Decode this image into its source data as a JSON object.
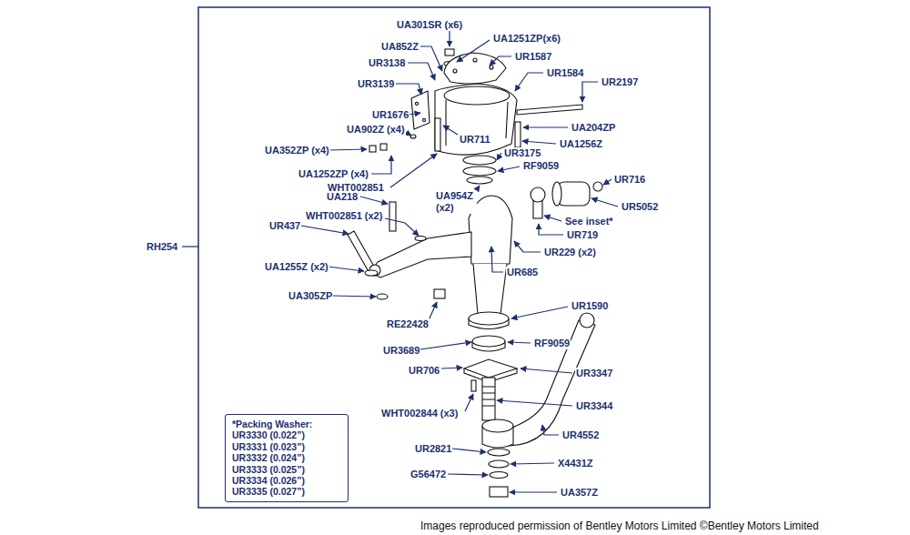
{
  "diagram": {
    "caption": "Images reproduced permission of Bentley Motors Limited ©Bentley Motors Limited",
    "nodes": [
      {
        "text": [
          "*Packing Washer:",
          "UR3330 (0.022”)",
          "UR3331 (0.023”)",
          "UR3332 (0.024”)",
          "UR3333 (0.025”)",
          "UR3334 (0.026”)",
          "UR3335 (0.027”)"
        ]
      }
    ],
    "labels": [
      "UA301SR (x6)",
      "UA1251ZP(x6)",
      "UA852Z",
      "UR1587",
      "UR3138",
      "UR1584",
      "UR2197",
      "UR3139",
      "UR1676",
      "UA204ZP",
      "UA902Z (x4)",
      "UR711",
      "UA1256Z",
      "UA352ZP (x4)",
      "UR3175",
      "RF9059",
      "UA1252ZP (x4)",
      "UR716",
      "WHT002851",
      "UA954Z (x2)",
      "UR5052",
      "UA218",
      "See inset*",
      "UR437",
      "WHT002851 (x2)",
      "RH254",
      "UR719",
      "UR229 (x2)",
      "UR685",
      "UA1255Z (x2)",
      "UA305ZP",
      "RE22428",
      "UR1590",
      "UR3689",
      "RF9059",
      "UR706",
      "UR3347",
      "UR3344",
      "WHT002844 (x3)",
      "UR4552",
      "UR2821",
      "X4431Z",
      "G56472",
      "UA357Z"
    ]
  }
}
